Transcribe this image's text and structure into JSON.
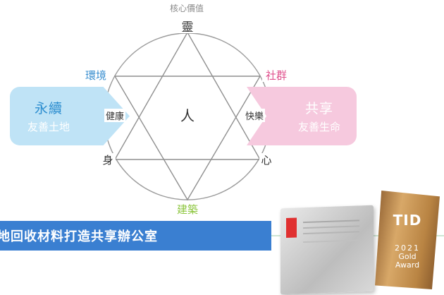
{
  "diagram": {
    "top_caption": "核心價值",
    "top": "靈",
    "bottom": "建築",
    "upper_left": "環境",
    "upper_right": "社群",
    "lower_left": "身",
    "lower_right": "心",
    "center": "人",
    "left_inner": "健康",
    "right_inner": "快樂",
    "left_panel": {
      "title": "永續",
      "subtitle": "友善土地"
    },
    "right_panel": {
      "title": "共享",
      "subtitle": "友善生命"
    },
    "colors": {
      "blue_label": "#3a8fd0",
      "pink_label": "#e0508d",
      "green_label": "#8dc63f",
      "left_panel_bg": "#bfe3f6",
      "right_panel_bg": "#f6c9de",
      "banner_bg": "#3a7fd1"
    }
  },
  "banner": {
    "text": "地回收材料打造共享辦公室"
  },
  "awards": {
    "tid": {
      "name": "TID",
      "year": "2021",
      "level": "Gold",
      "type": "Award"
    }
  }
}
